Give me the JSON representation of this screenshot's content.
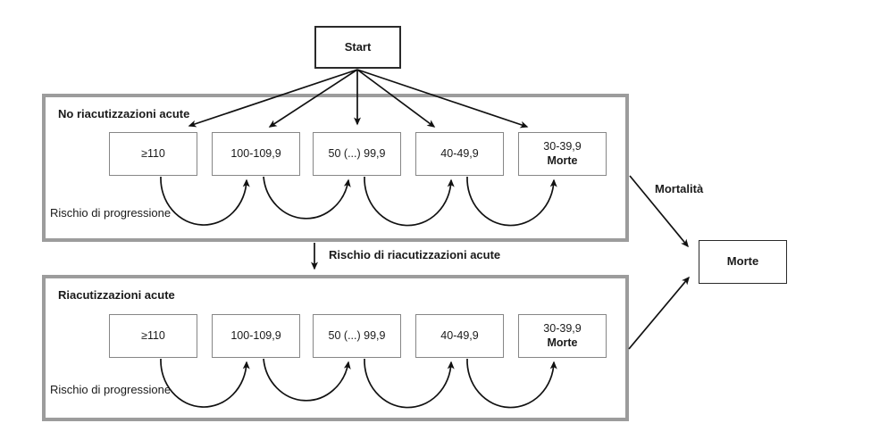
{
  "diagram": {
    "start": {
      "label": "Start"
    },
    "no_exacerbations_group": {
      "title": "No riacutizzazioni acute",
      "states": [
        {
          "label": "≥110",
          "sublabel": ""
        },
        {
          "label": "100-109,9",
          "sublabel": ""
        },
        {
          "label": "50 (...) 99,9",
          "sublabel": ""
        },
        {
          "label": "40-49,9",
          "sublabel": ""
        },
        {
          "label": "30-39,9",
          "sublabel": "Morte"
        }
      ],
      "progression_label": "Rischio di progressione"
    },
    "exacerbations_group": {
      "title": "Riacutizzazioni acute",
      "states": [
        {
          "label": "≥110",
          "sublabel": ""
        },
        {
          "label": "100-109,9",
          "sublabel": ""
        },
        {
          "label": "50 (...) 99,9",
          "sublabel": ""
        },
        {
          "label": "40-49,9",
          "sublabel": ""
        },
        {
          "label": "30-39,9",
          "sublabel": "Morte"
        }
      ],
      "progression_label": "Rischio di progressione"
    },
    "transition_label": "Rischio di riacutizzazioni acute",
    "mortality_label": "Mortalità",
    "death": {
      "label": "Morte"
    },
    "colors": {
      "container_border": "#9c9c9c",
      "state_box_border": "#868686",
      "start_box_border": "#2a2a2a",
      "arrow": "#111111",
      "background": "#ffffff"
    }
  }
}
